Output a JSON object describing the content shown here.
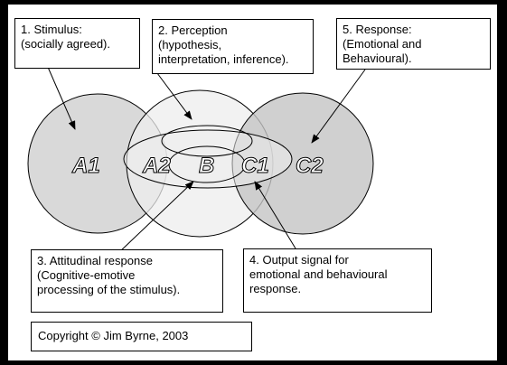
{
  "labels": {
    "a1": "A1",
    "a2": "A2",
    "b": "B",
    "c1": "C1",
    "c2": "C2"
  },
  "boxes": {
    "stimulus": "1. Stimulus:\n(socially agreed).",
    "perception": "2. Perception\n(hypothesis,\ninterpretation, inference).",
    "response": "5. Response:\n(Emotional and\nBehavioural).",
    "attitudinal": "3. Attitudinal response\n(Cognitive-emotive\nprocessing of the stimulus).",
    "output": "4. Output signal for\nemotional and behavioural\nresponse.",
    "copyright": "Copyright © Jim Byrne, 2003"
  },
  "colors": {
    "background": "#000000",
    "canvas": "#ffffff",
    "circle_a": "#d9d9d9",
    "circle_b": "#ededed",
    "circle_c": "#c4c4c4",
    "stroke": "#000000"
  }
}
